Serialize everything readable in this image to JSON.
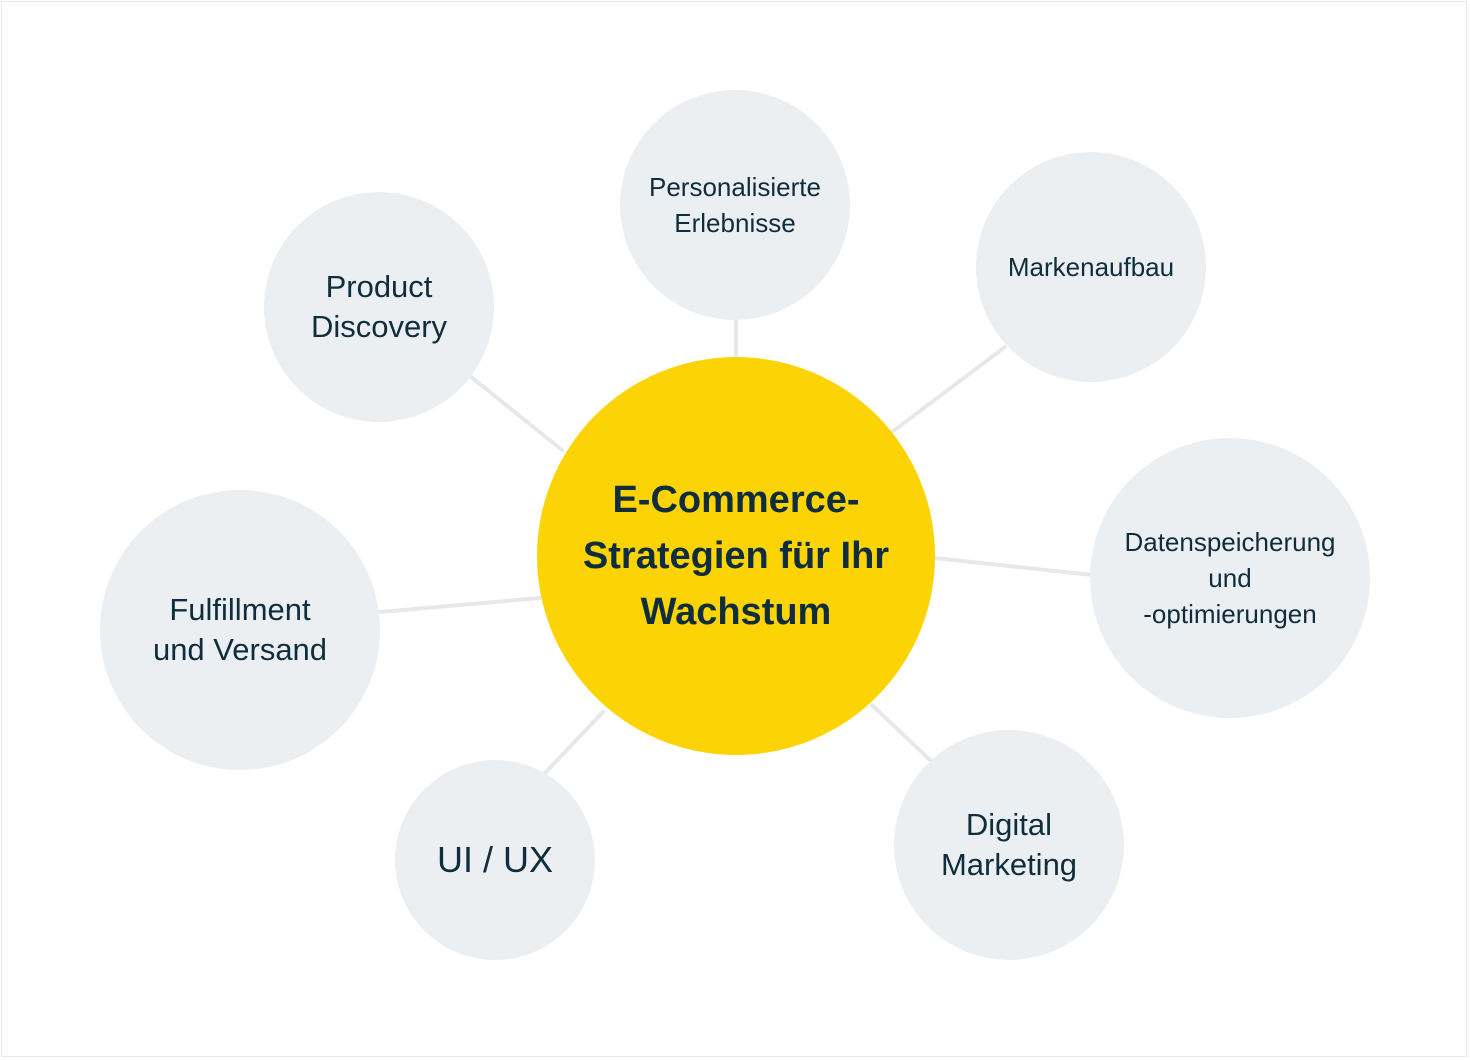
{
  "colors": {
    "accent": "#fcd304",
    "bubble": "#eceff2",
    "text": "#0f2d3c",
    "connector": "#e6e8eb"
  },
  "diagram": {
    "center": {
      "label": "E-Commerce-\nStrategien für Ihr\nWachstum"
    },
    "nodes": {
      "personalisierte": "Personalisierte\nErlebnisse",
      "marke": "Markenaufbau",
      "daten": "Datenspeicherung\nund\n-optimierungen",
      "digital": "Digital\nMarketing",
      "uiux": "UI / UX",
      "fulfillment": "Fulfillment\nund Versand",
      "product": "Product\nDiscovery"
    }
  }
}
